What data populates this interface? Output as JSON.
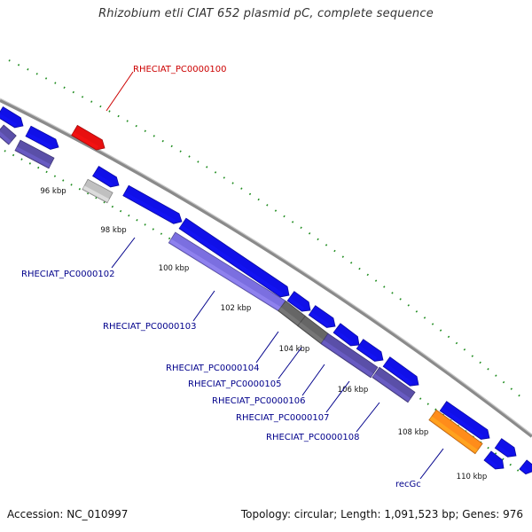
{
  "title": "Rhizobium etli CIAT 652 plasmid pC, complete sequence",
  "footer": {
    "accession": "Accession: NC_010997",
    "topology": "Topology: circular; Length: 1,091,523 bp; Genes: 976"
  },
  "colors": {
    "backbone": "#8a8a8a",
    "forward_gene": "#1010e8",
    "reverse_gene": "#5a4fa8",
    "highlight": "#e81010",
    "rna": "#ff8c1a",
    "tick": "#1e8c1e",
    "locus_label": "#00008b",
    "selected_label": "#cc0000"
  },
  "scale_labels": [
    "96 kbp",
    "98 kbp",
    "100 kbp",
    "102 kbp",
    "104 kbp",
    "106 kbp",
    "108 kbp",
    "110 kbp"
  ],
  "gene_labels": [
    {
      "text": "RHECIAT_PC0000100",
      "selected": true
    },
    {
      "text": "RHECIAT_PC0000102",
      "selected": false
    },
    {
      "text": "RHECIAT_PC0000103",
      "selected": false
    },
    {
      "text": "RHECIAT_PC0000104",
      "selected": false
    },
    {
      "text": "RHECIAT_PC0000105",
      "selected": false
    },
    {
      "text": "RHECIAT_PC0000106",
      "selected": false
    },
    {
      "text": "RHECIAT_PC0000107",
      "selected": false
    },
    {
      "text": "RHECIAT_PC0000108",
      "selected": false
    },
    {
      "text": "recGc",
      "selected": false
    }
  ]
}
